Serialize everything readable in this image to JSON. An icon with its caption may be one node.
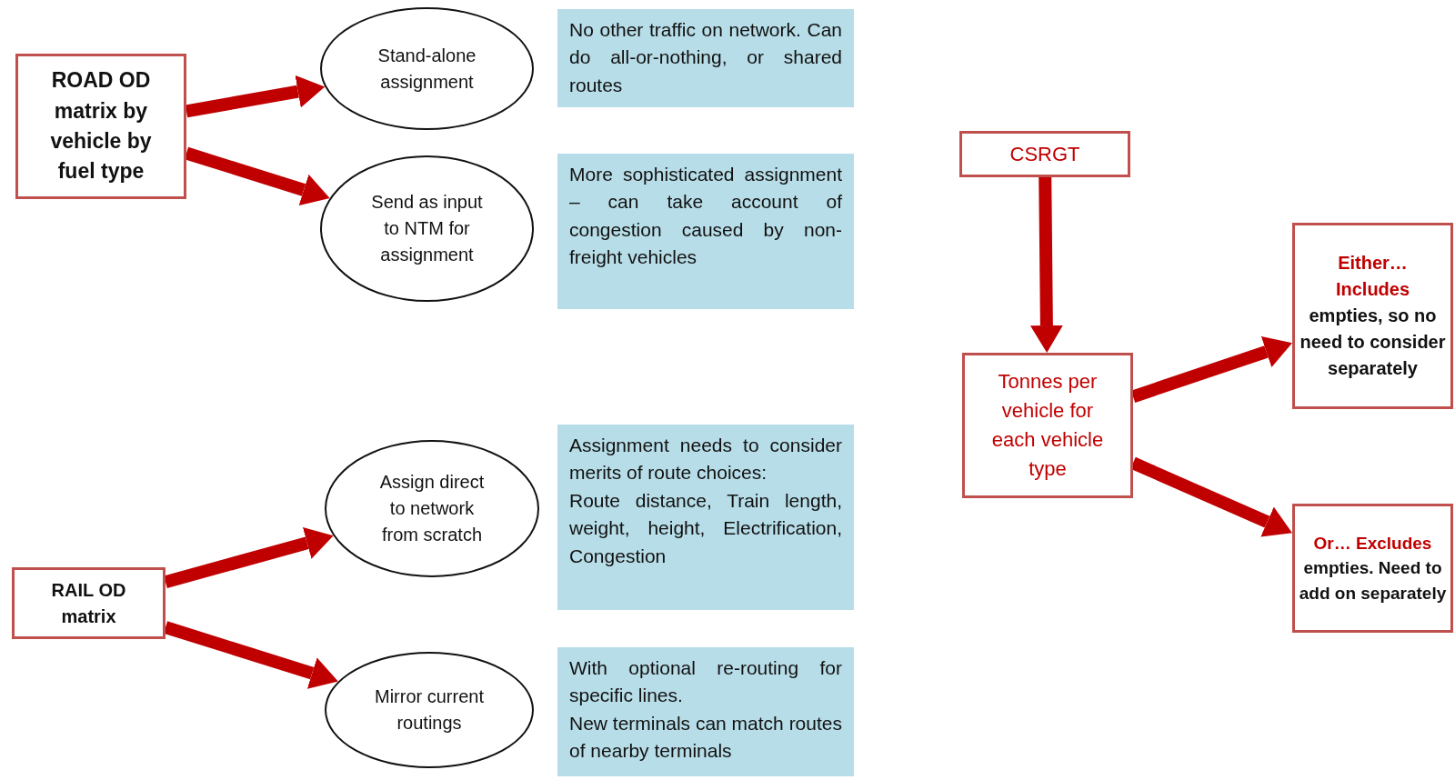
{
  "diagram": {
    "nodes": [
      {
        "text": [
          "ROAD OD matrix by vehicle by fuel type"
        ]
      },
      {
        "text": [
          "Stand-alone assignment"
        ]
      },
      {
        "text": [
          "No other traffic on network. Can do all-or-nothing, or shared routes"
        ]
      },
      {
        "text": [
          "Send as input to NTM for assignment"
        ]
      },
      {
        "text": [
          "More sophisticated assignment – can take account of congestion caused by non-freight vehicles"
        ]
      },
      {
        "text": [
          "RAIL OD matrix"
        ]
      },
      {
        "text": [
          "Assign direct to network from scratch"
        ]
      },
      {
        "text": [
          "Assignment needs to consider merits of route choices:",
          "Route distance, Train length, weight, height, Electrification, Congestion"
        ]
      },
      {
        "text": [
          "Mirror current routings"
        ]
      },
      {
        "text": [
          "With optional re-routing for specific lines.",
          "New terminals can match routes of nearby terminals"
        ]
      },
      {
        "text": [
          "CSRGT"
        ]
      },
      {
        "text": [
          "Tonnes per vehicle for each vehicle type"
        ]
      },
      {
        "text": [
          "Either… Includes",
          "empties, so no need to consider separately"
        ]
      },
      {
        "text": [
          "Or… Excludes",
          "empties. Need to add on separately"
        ]
      }
    ],
    "edges": [
      {
        "from": 0,
        "to": 1,
        "arrow": "to"
      },
      {
        "from": 0,
        "to": 3,
        "arrow": "to"
      },
      {
        "from": 5,
        "to": 6,
        "arrow": "to"
      },
      {
        "from": 5,
        "to": 8,
        "arrow": "to"
      },
      {
        "from": 10,
        "to": 11,
        "arrow": "to"
      },
      {
        "from": 11,
        "to": 12,
        "arrow": "to"
      },
      {
        "from": 11,
        "to": 13,
        "arrow": "to"
      }
    ]
  }
}
